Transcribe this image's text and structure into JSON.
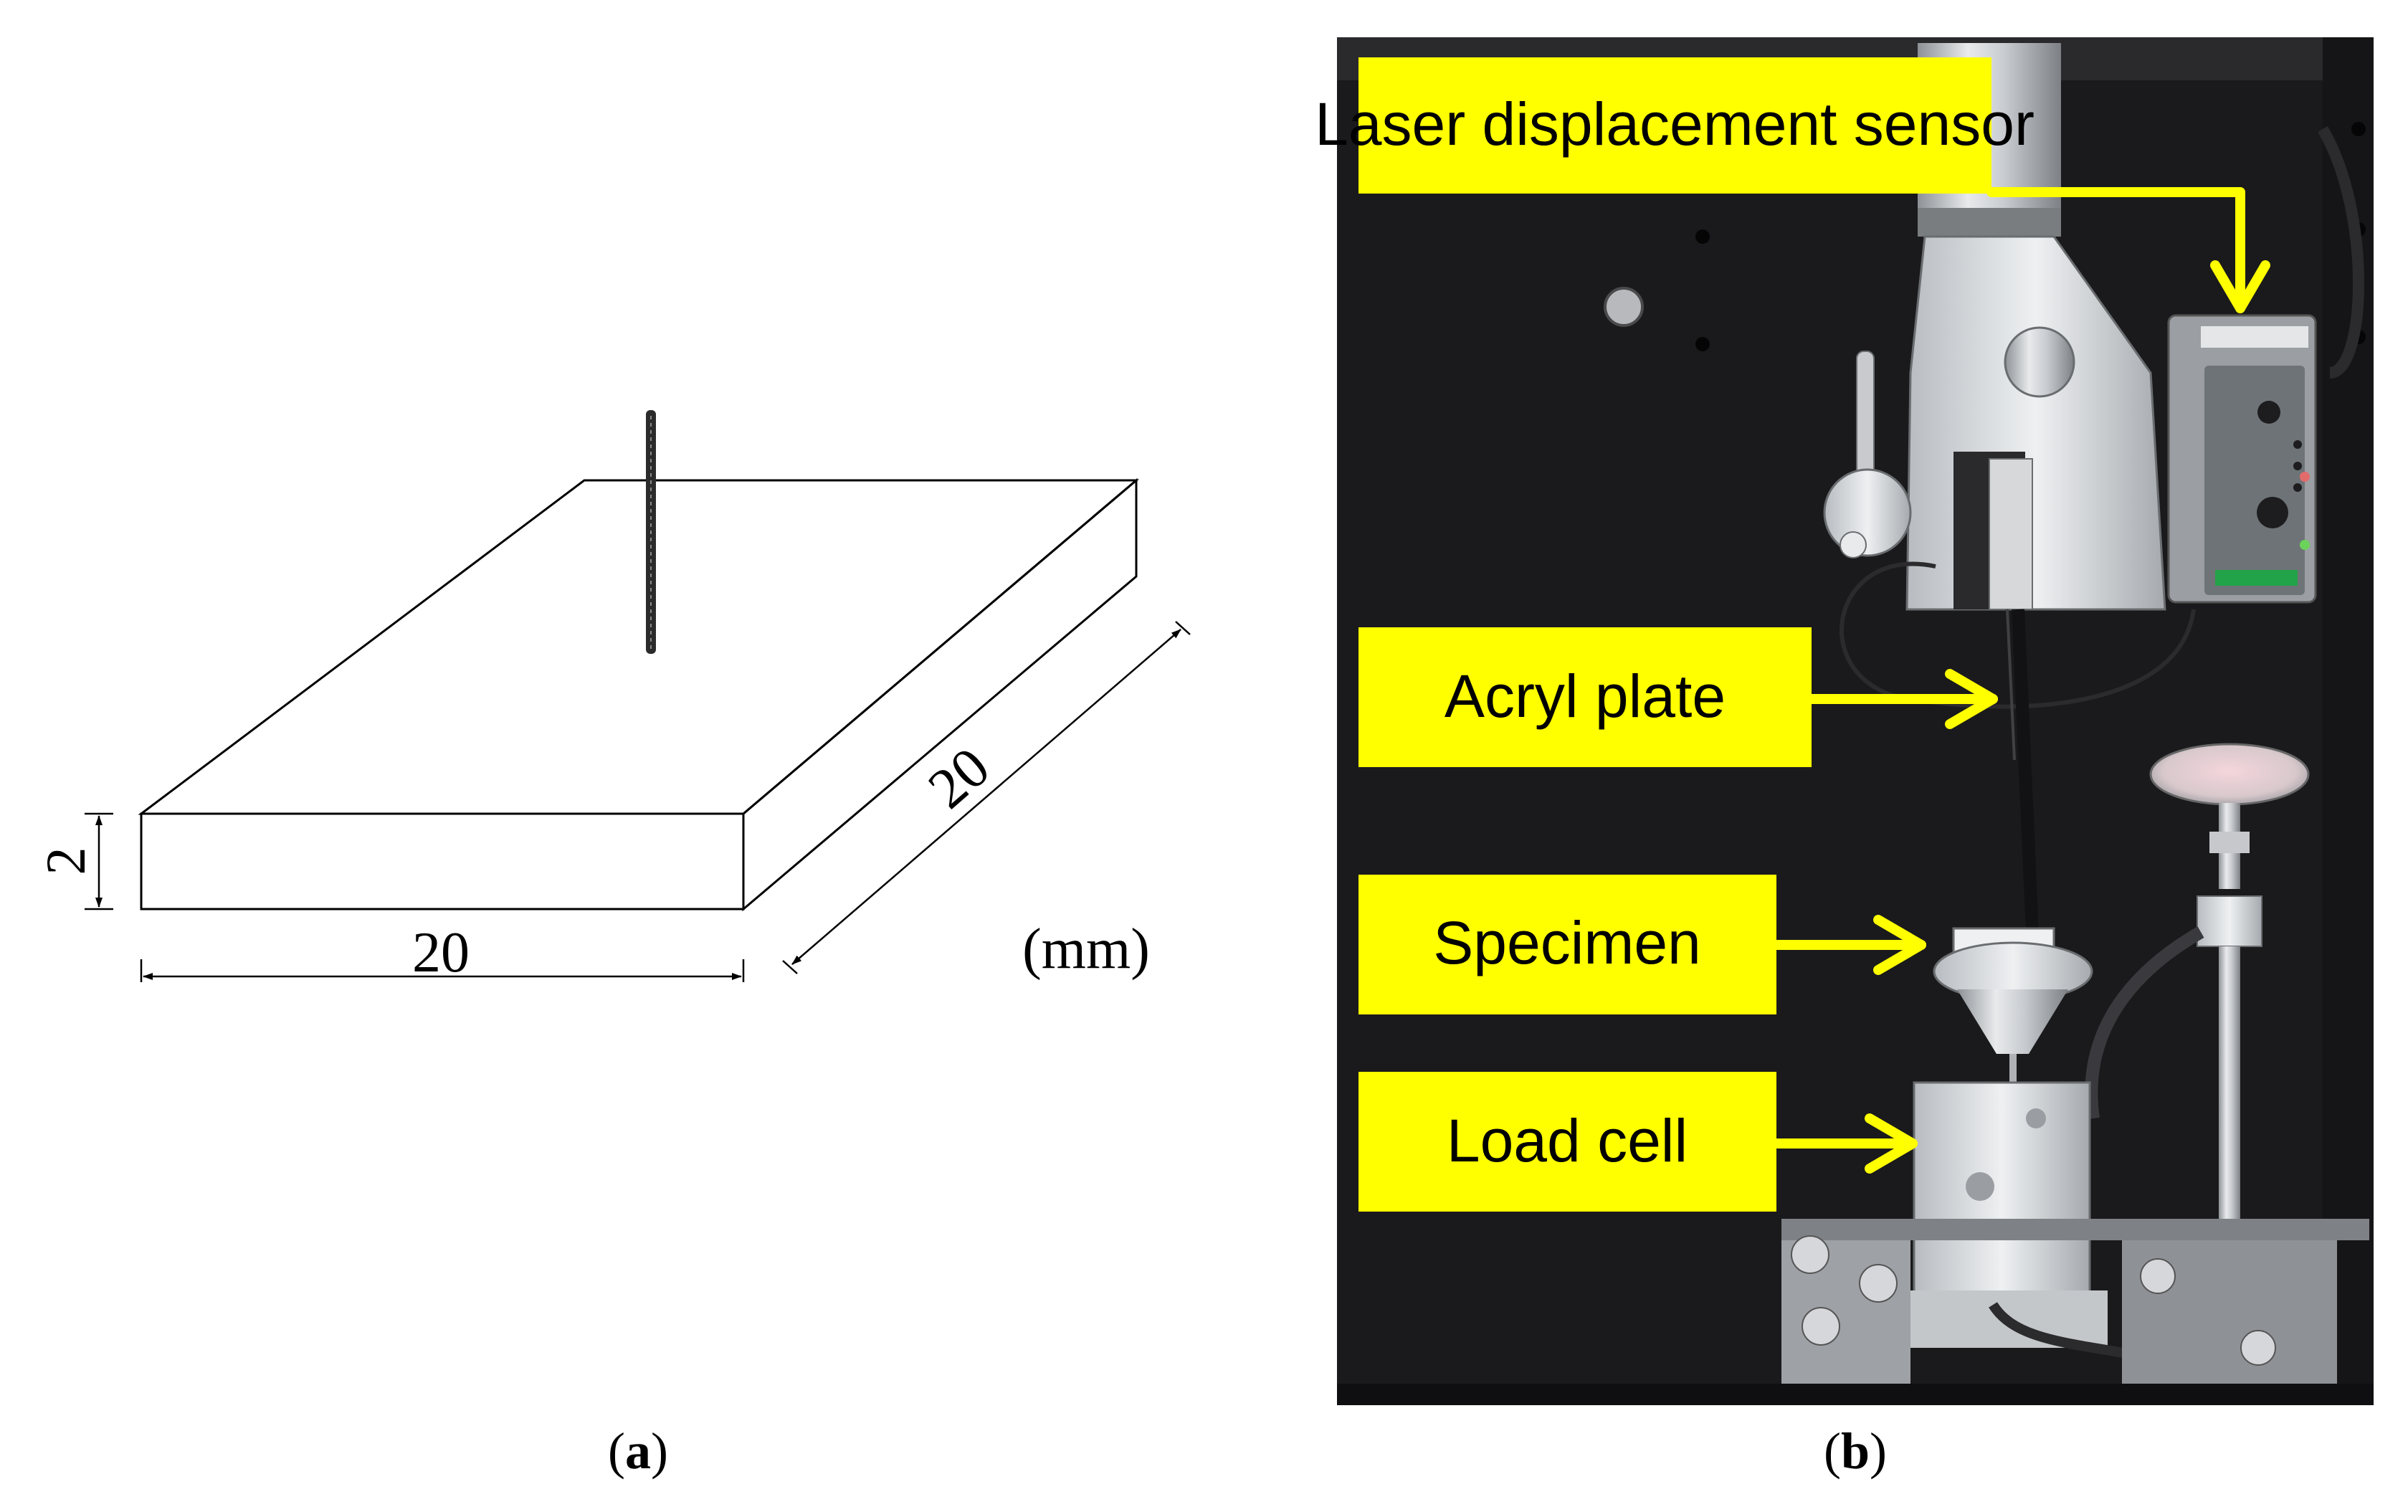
{
  "panel_a": {
    "caption": "a",
    "dimensions": {
      "width": "20",
      "depth": "20",
      "thickness": "2",
      "unit": "(mm)"
    }
  },
  "panel_b": {
    "caption": "b",
    "callouts": {
      "laser_sensor": "Laser displacement sensor",
      "acryl_plate": "Acryl plate",
      "specimen": "Specimen",
      "load_cell": "Load cell"
    }
  },
  "colors": {
    "label_fill": "#ffff00",
    "arrow": "#ffff00",
    "photo_background": "#1a1a1c",
    "drawing_line": "#000000"
  }
}
